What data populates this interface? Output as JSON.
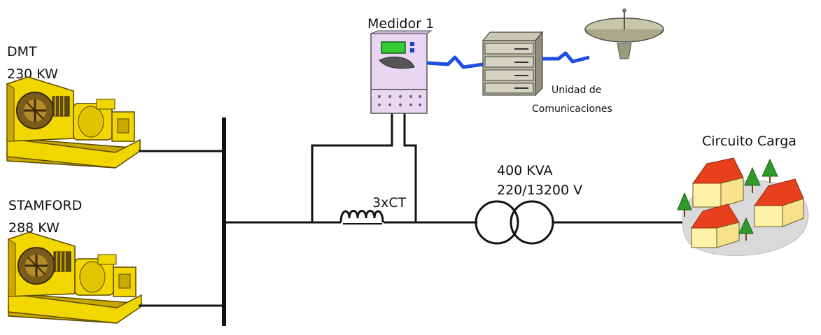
{
  "generators": [
    {
      "name": "DMT",
      "power": "230 KW"
    },
    {
      "name": "STAMFORD",
      "power": "288 KW"
    }
  ],
  "meter": {
    "label": "Medidor 1"
  },
  "comms": {
    "line1": "Unidad de",
    "line2": "Comunicaciones"
  },
  "current_transformer": {
    "label": "3xCT"
  },
  "transformer": {
    "rating": "400 KVA",
    "voltage": "220/13200 V"
  },
  "load": {
    "label": "Circuito Carga"
  },
  "colors": {
    "generator_yellow": "#f2d600",
    "meter_purple": "#e9d6f3",
    "link_blue": "#1f4fe0",
    "roof_red": "#e8401c",
    "tree_green": "#2e9a2a",
    "ground_gray": "#d9d9d9"
  },
  "icons": [
    "generator-icon",
    "meter-icon",
    "server-rack-icon",
    "satellite-dish-icon",
    "ct-coil-icon",
    "transformer-icon",
    "houses-icon"
  ]
}
